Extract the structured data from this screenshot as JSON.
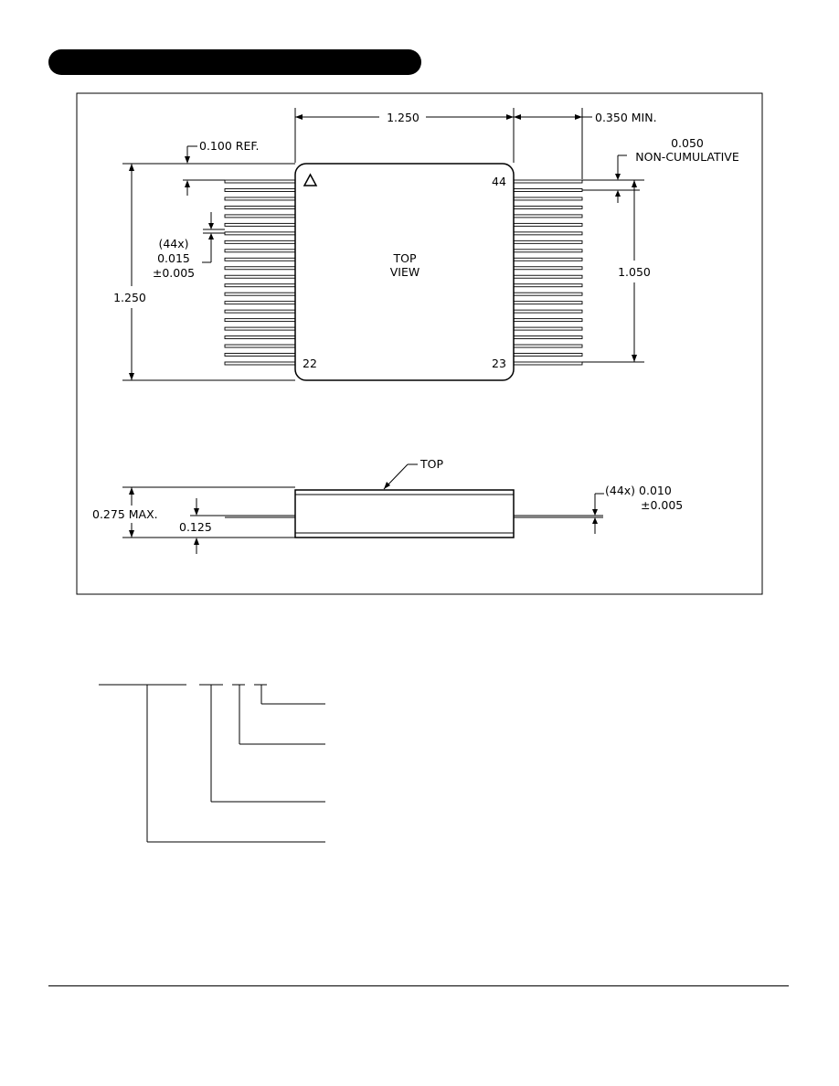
{
  "header": {
    "bar_color": "#000000"
  },
  "top_view": {
    "label_line1": "TOP",
    "label_line2": "VIEW",
    "pin_labels": {
      "pin1_marker": "Δ",
      "top_right": "44",
      "bottom_left": "22",
      "bottom_right": "23"
    },
    "dims": {
      "body_width": "1.250",
      "lead_min": "0.350 MIN.",
      "lead_ref": "0.100 REF.",
      "pitch_line1": "0.050",
      "pitch_line2": "NON-CUMULATIVE",
      "lead_width_line1": "(44x)",
      "lead_width_line2": "0.015",
      "lead_width_line3": "±0.005",
      "overall_height": "1.250",
      "lead_span": "1.050"
    }
  },
  "side_view": {
    "top_label": "TOP",
    "dims": {
      "height_max": "0.275  MAX.",
      "lead_height": "0.125",
      "lead_thick_line1": "(44x)  0.010",
      "lead_thick_line2": "±0.005"
    }
  }
}
